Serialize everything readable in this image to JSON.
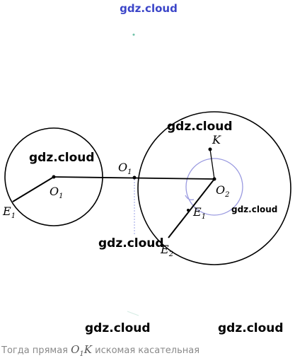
{
  "watermarks": {
    "top": "gdz.cloud",
    "circle1": "gdz.cloud",
    "circle2": "gdz.cloud",
    "small_right": "gdz.cloud",
    "middle": "gdz.cloud",
    "bottom_left": "gdz.cloud",
    "bottom_right": "gdz.cloud"
  },
  "labels": {
    "O1": {
      "main": "O",
      "sub": "1"
    },
    "O_top": {
      "main": "O",
      "sub": "1"
    },
    "O2": {
      "main": "O",
      "sub": "2"
    },
    "K": {
      "main": "K"
    },
    "E1_left": {
      "main": "E",
      "sub": "1"
    },
    "E1_right": {
      "main": "E",
      "sub": "1"
    },
    "E2": {
      "main": "E",
      "sub": "2"
    }
  },
  "caption": {
    "before": "Тогда прямая ",
    "math_main": "O",
    "math_sub": "1",
    "math_after": "K",
    "after": " искомая касательная"
  },
  "colors": {
    "watermark_top": "#3b45c8",
    "auxiliary_circle": "#9a9ae0",
    "lines": "#000000",
    "caption": "#8a8a8a"
  }
}
